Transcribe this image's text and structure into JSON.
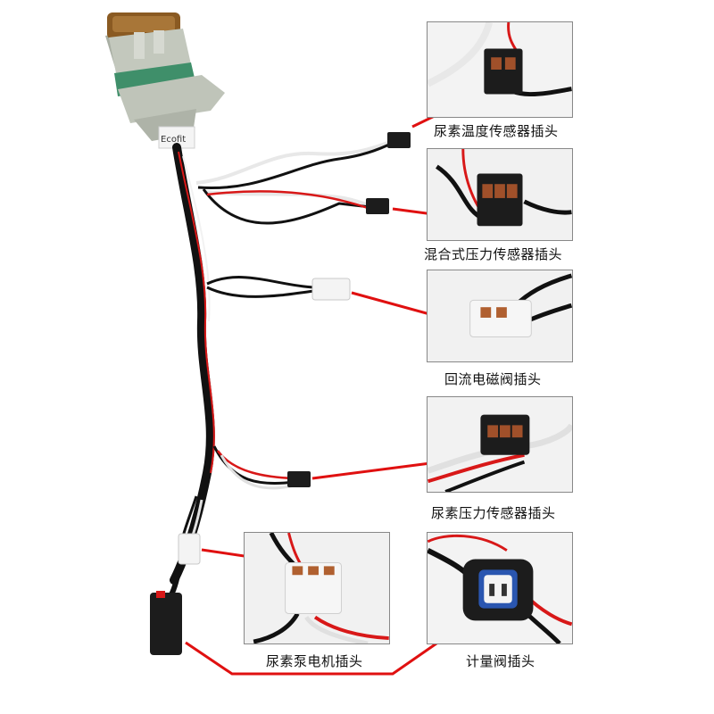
{
  "harness": {
    "label_print": "Ecofit"
  },
  "connectors": [
    {
      "id": "urea-temp-sensor",
      "label": "尿素温度传感器插头"
    },
    {
      "id": "hybrid-pressure-sensor",
      "label": "混合式压力传感器插头"
    },
    {
      "id": "return-solenoid",
      "label": "回流电磁阀插头"
    },
    {
      "id": "urea-pressure-sensor",
      "label": "尿素压力传感器插头"
    },
    {
      "id": "urea-pump-motor",
      "label": "尿素泵电机插头"
    },
    {
      "id": "metering-valve",
      "label": "计量阀插头"
    }
  ],
  "colors": {
    "arrow": "#e01010",
    "wire_black": "#111111",
    "wire_red": "#d81818",
    "wire_white": "#f2f2f2",
    "connector_black": "#1c1c1c",
    "connector_white": "#f4f4f4",
    "housing_grey": "#b9bfb4",
    "seal_green": "#3f8f6a",
    "cap_brown": "#8a5a22"
  }
}
